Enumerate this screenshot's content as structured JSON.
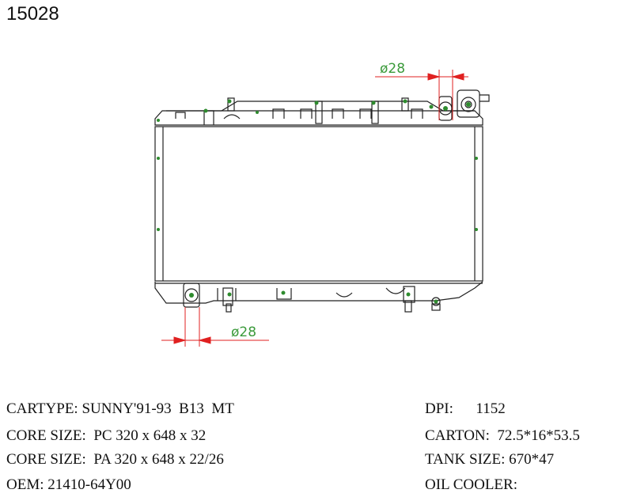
{
  "part_number": "15028",
  "dimensions": {
    "top_pipe": "ø28",
    "bottom_pipe": "ø28"
  },
  "specs_left": [
    {
      "label": "CARTYPE:",
      "value": "SUNNY'91-93  B13  MT"
    },
    {
      "label": "CORE SIZE:",
      "value": "PC 320 x 648 x 32"
    },
    {
      "label": "CORE SIZE:",
      "value": "PA 320 x 648 x 22/26"
    },
    {
      "label": "OEM:",
      "value": "21410-64Y00"
    }
  ],
  "specs_right": [
    {
      "label": "DPI:",
      "value": "1152"
    },
    {
      "label": "CARTON:",
      "value": "72.5*16*53.5"
    },
    {
      "label": "TANK SIZE:",
      "value": "670*47"
    },
    {
      "label": "OIL COOLER:",
      "value": ""
    }
  ],
  "colors": {
    "line": "#222222",
    "accent": "#2e8b2e",
    "dimension": "#e02020"
  }
}
